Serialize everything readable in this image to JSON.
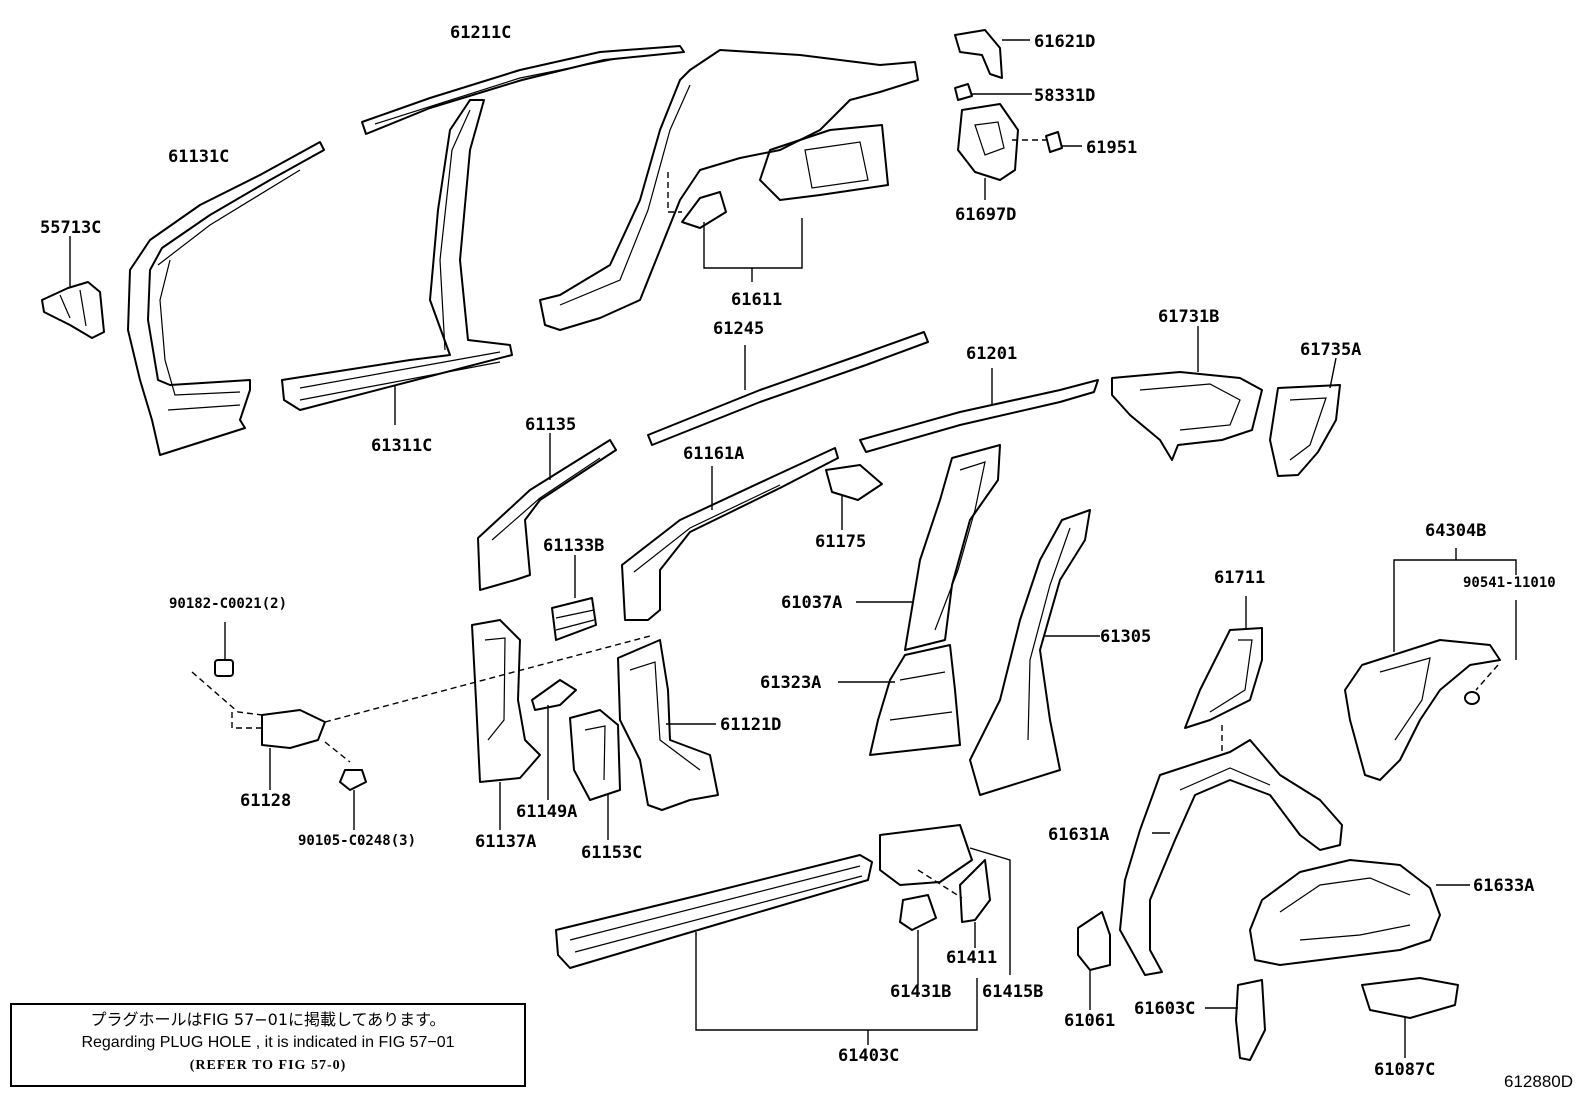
{
  "parts": {
    "p61211C": "61211C",
    "p61131C": "61131C",
    "p55713C": "55713C",
    "p61311C": "61311C",
    "p61611": "61611",
    "p61621D": "61621D",
    "p58331D": "58331D",
    "p61951": "61951",
    "p61697D": "61697D",
    "p61245": "61245",
    "p61201": "61201",
    "p61731B": "61731B",
    "p61735A": "61735A",
    "p61135": "61135",
    "p61161A": "61161A",
    "p61133B": "61133B",
    "p61175": "61175",
    "p61037A": "61037A",
    "p61305": "61305",
    "p61323A": "61323A",
    "p61711": "61711",
    "p64304B": "64304B",
    "p90541_11010": "90541-11010",
    "p90182_C0021": "90182-C0021(2)",
    "p61128": "61128",
    "p90105_C0248": "90105-C0248(3)",
    "p61121D": "61121D",
    "p61149A": "61149A",
    "p61137A": "61137A",
    "p61153C": "61153C",
    "p61631A": "61631A",
    "p61633A": "61633A",
    "p61411": "61411",
    "p61431B": "61431B",
    "p61415B": "61415B",
    "p61403C": "61403C",
    "p61061": "61061",
    "p61603C": "61603C",
    "p61087C": "61087C"
  },
  "note": {
    "line_jp": "プラグホールはFIG 57−01に掲載してあります。",
    "line_en": "Regarding  PLUG  HOLE , it is indicated in FIG  57−01",
    "line_ref": "(REFER TO FIG 57-0)"
  },
  "figure_id": "612880D"
}
